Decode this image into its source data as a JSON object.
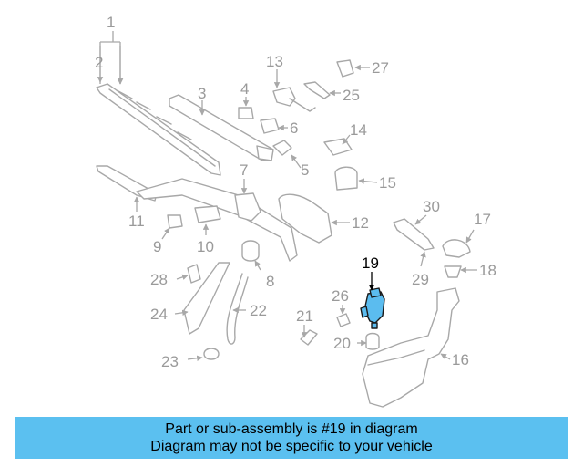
{
  "labels": {
    "n1": "1",
    "n2": "2",
    "n3": "3",
    "n4": "4",
    "n5": "5",
    "n6": "6",
    "n7": "7",
    "n8": "8",
    "n9": "9",
    "n10": "10",
    "n11": "11",
    "n12": "12",
    "n13": "13",
    "n14": "14",
    "n15": "15",
    "n16": "16",
    "n17": "17",
    "n18": "18",
    "n19": "19",
    "n20": "20",
    "n21": "21",
    "n22": "22",
    "n23": "23",
    "n24": "24",
    "n25": "25",
    "n26": "26",
    "n27": "27",
    "n28": "28",
    "n29": "29",
    "n30": "30"
  },
  "highlight_color": "#5bc0f0",
  "banner": {
    "line1": "Part or sub-assembly is #19 in diagram",
    "line2": "Diagram may not be specific to your vehicle"
  }
}
